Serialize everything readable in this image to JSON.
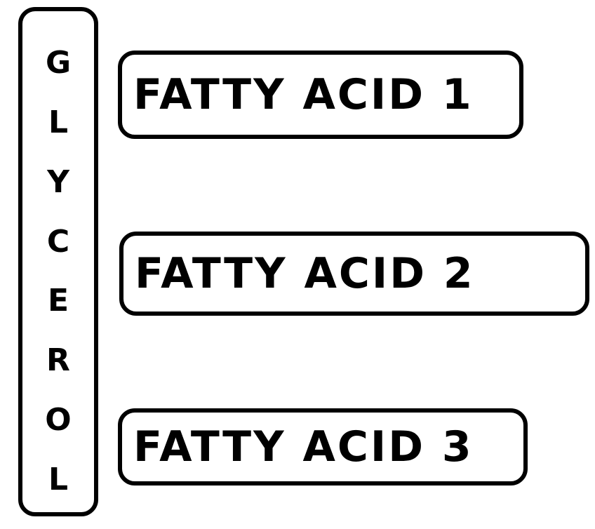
{
  "glycerol": {
    "letters": [
      "G",
      "L",
      "Y",
      "C",
      "E",
      "R",
      "O",
      "L"
    ]
  },
  "fatty_acids": [
    {
      "label": "FATTY ACID 1"
    },
    {
      "label": "FATTY ACID 2"
    },
    {
      "label": "FATTY ACID 3"
    }
  ],
  "colors": {
    "stroke": "#000000",
    "background": "#ffffff"
  }
}
